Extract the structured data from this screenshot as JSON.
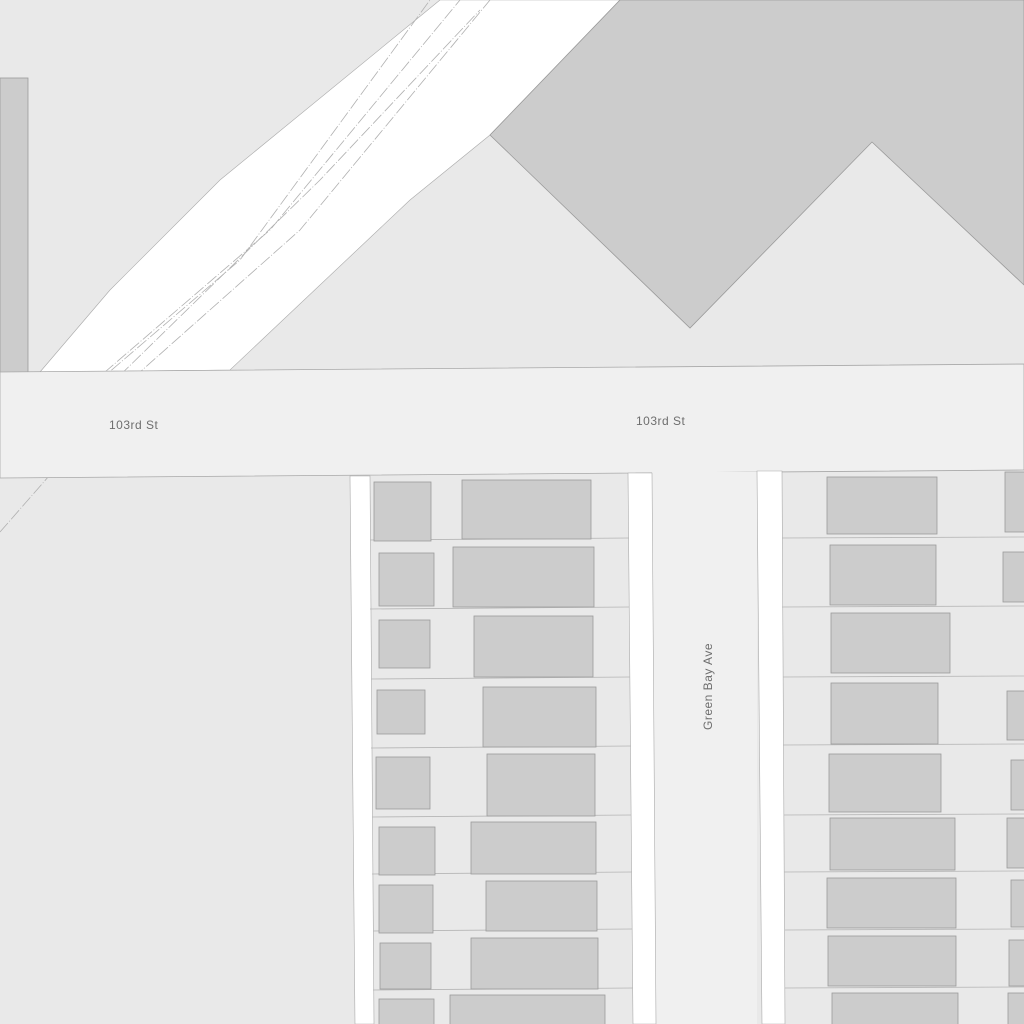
{
  "map": {
    "streets": [
      {
        "name": "103rd St"
      },
      {
        "name": "103rd St"
      },
      {
        "name": "Green Bay Ave"
      }
    ],
    "colors": {
      "background": "#e9e9e9",
      "road": "#f0f0f0",
      "sidewalk": "#ffffff",
      "building": "#cccccc",
      "outline": "#9a9a9a",
      "label": "#6e6e6e"
    }
  }
}
